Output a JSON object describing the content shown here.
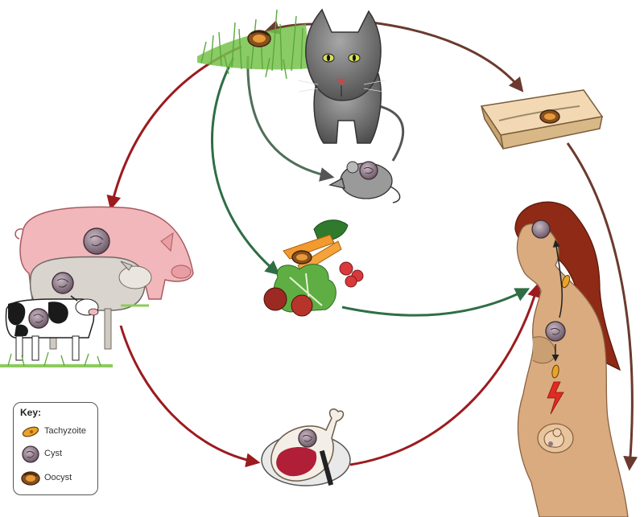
{
  "diagram": {
    "nodes": [
      "cat",
      "soil",
      "litter-box",
      "mouse",
      "pig",
      "sheep",
      "cow",
      "vegetables",
      "meat",
      "woman"
    ]
  },
  "key": {
    "title": "Key:",
    "items": [
      {
        "label": "Tachyzoite",
        "icon": "tachyzoite-icon"
      },
      {
        "label": "Cyst",
        "icon": "cyst-icon"
      },
      {
        "label": "Oocyst",
        "icon": "oocyst-icon"
      }
    ]
  },
  "colors": {
    "red_arrow": "#9b1b1f",
    "brown_arrow": "#6b3a2e",
    "green_arrow": "#2f6e45",
    "gray_arrow": "#666666",
    "cyst": "#8c7a86",
    "oocyst": "#c0651d",
    "skin": "#d9ab7e",
    "hair": "#8e2a15"
  }
}
